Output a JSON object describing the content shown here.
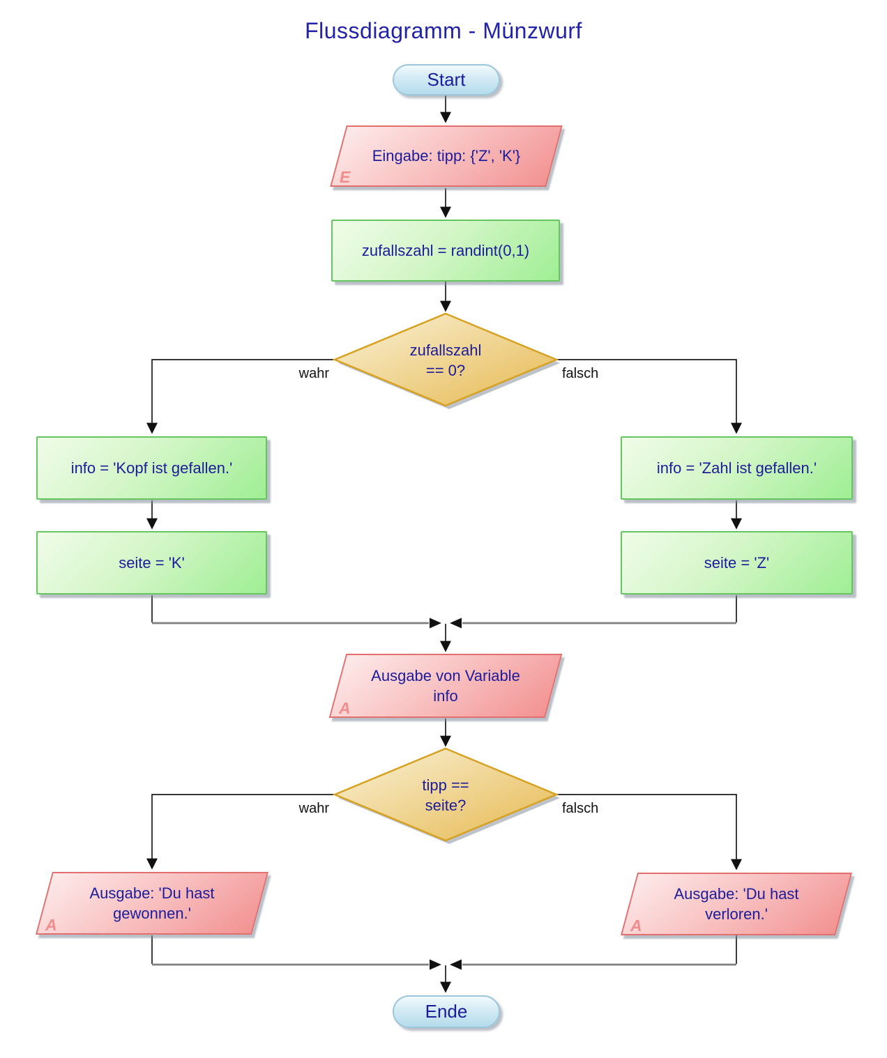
{
  "title": "Flussdiagramm - Münzwurf",
  "colors": {
    "text_navy": "#1c1c9a",
    "title_blue": "#2222a8",
    "terminal_fill": "#b4dcec",
    "process_fill": "#9fee94",
    "process_border": "#65c55f",
    "io_fill": "#f29292",
    "io_border": "#e26e6e",
    "decision_fill": "#e5b84f",
    "decision_border": "#d7a122",
    "connector_black": "#1a1a1a",
    "merge_gray": "#7f7f7f",
    "badge_pink": "#f08d8d"
  },
  "nodes": {
    "start": {
      "label": "Start"
    },
    "input_tipp": {
      "label": "Eingabe: tipp: {'Z', 'K'}",
      "badge": "E"
    },
    "random": {
      "label": "zufallszahl = randint(0,1)"
    },
    "decision1": {
      "line1": "zufallszahl",
      "line2": "== 0?",
      "true_label": "wahr",
      "false_label": "falsch"
    },
    "info_kopf": {
      "label": "info = 'Kopf ist gefallen.'"
    },
    "seite_k": {
      "label": "seite = 'K'"
    },
    "info_zahl": {
      "label": "info = 'Zahl ist gefallen.'"
    },
    "seite_z": {
      "label": "seite = 'Z'"
    },
    "output_info": {
      "line1": "Ausgabe von Variable",
      "line2": "info",
      "badge": "A"
    },
    "decision2": {
      "line1": "tipp ==",
      "line2": "seite?",
      "true_label": "wahr",
      "false_label": "falsch"
    },
    "output_win": {
      "line1": "Ausgabe: 'Du hast",
      "line2": "gewonnen.'",
      "badge": "A"
    },
    "output_lose": {
      "line1": "Ausgabe: 'Du hast",
      "line2": "verloren.'",
      "badge": "A"
    },
    "end": {
      "label": "Ende"
    }
  }
}
